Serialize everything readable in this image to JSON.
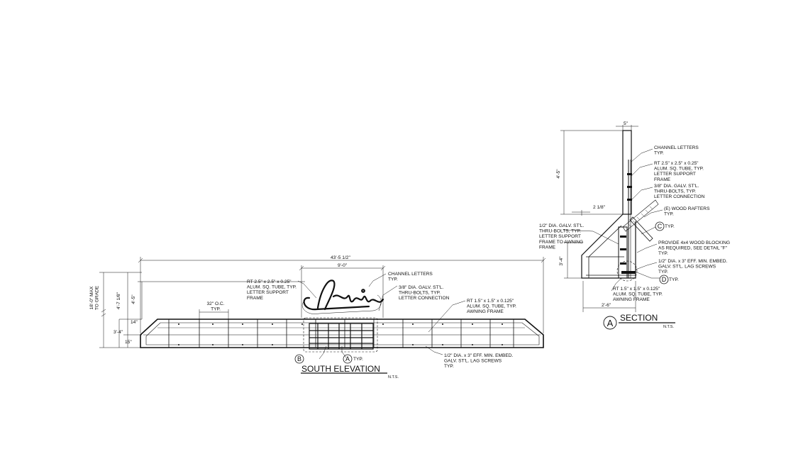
{
  "elevation": {
    "title": "SOUTH ELEVATION",
    "scale": "N.T.S.",
    "dims": {
      "overall_width": "43'-5 1/2\"",
      "letters_width": "9'-0\"",
      "max_height": "18'-0\" MAX\nTO GRADE",
      "total_height": "4'-7 1/8\"",
      "letter_height": "4'-5\"",
      "awning_height": "3'-4\"",
      "top_offset": "14\"",
      "bottom_offset": "15\"",
      "spacing": "32\" O.C.\nTYP."
    },
    "notes": {
      "support_frame": "RT 2.5\" x 2.5\" x 0.25\"\nALUM. SQ. TUBE, TYP.\nLETTER SUPPORT\nFRAME",
      "channel_letters": "CHANNEL LETTERS\nTYP.",
      "thru_bolts": "3/8\" DIA. GALV. ST'L.\nTHRU-BOLTS, TYP.\nLETTER CONNECTION",
      "awning_frame": "RT 1.5\" x 1.5\" x 0.125\"\nALUM. SQ. TUBE, TYP.\nAWNING FRAME",
      "lag_screws": "1/2\" DIA. x 3\" EFF. MIN. EMBED.\nGALV. ST'L. LAG SCREWS\nTYP."
    },
    "callouts": {
      "b": "B",
      "a": "A",
      "a_suffix": "TYP."
    }
  },
  "section": {
    "title": "SECTION",
    "bubble": "A",
    "scale": "N.T.S.",
    "dims": {
      "top": "5\"",
      "letter_height": "4'-5\"",
      "offset": "2 1/8\"",
      "awning_height": "3'-4\"",
      "depth": "2'-6\""
    },
    "notes": {
      "channel_letters": "CHANNEL LETTERS\nTYP.",
      "support_frame": "RT 2.5\" x 2.5\" x 0.25\"\nALUM. SQ. TUBE, TYP.\nLETTER SUPPORT\nFRAME",
      "thru_bolts": "3/8\" DIA. GALV. ST'L.\nTHRU-BOLTS, TYP.\nLETTER CONNECTION",
      "rafters": "(E) WOOD RAFTERS\nTYP.",
      "awning_bolts": "1/2\" DIA. GALV. ST'L.\nTHRU-BOLTS, TYP.\nLETTER SUPPORT\nFRAME TO AWNING\nFRAME",
      "blocking": "PROVIDE 4x4 WOOD BLOCKING\nAS REQUIRED, SEE DETAIL \"F\"\nTYP.",
      "lag_screws": "1/2\" DIA. x 3\" EFF. MIN. EMBED.\nGALV. ST'L. LAG SCREWS\nTYP.",
      "awning_frame": "RT 1.5\" x 1.5\" x 0.125\"\nALUM. SQ. TUBE, TYP.\nAWNING FRAME"
    },
    "callouts": {
      "c": "C",
      "c_suffix": "TYP.",
      "d": "D",
      "d_suffix": "TYP."
    }
  }
}
